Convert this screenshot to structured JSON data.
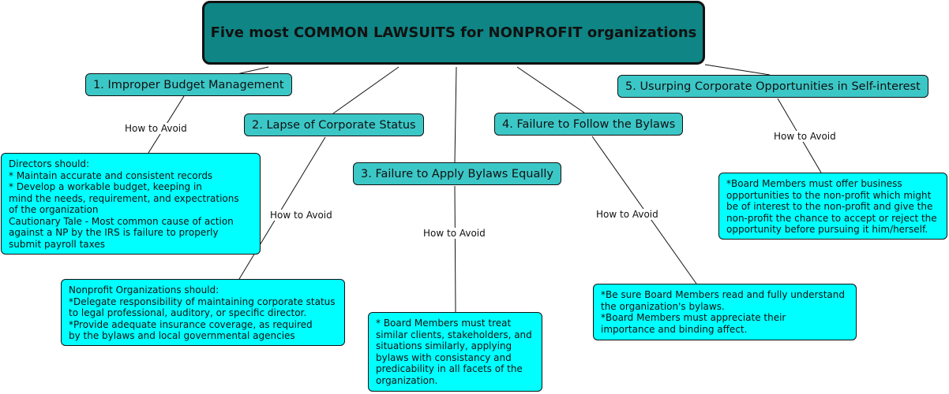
{
  "title": "Five most COMMON LAWSUITS for NONPROFIT organizations",
  "topics": [
    {
      "label": "1. Improper Budget Management",
      "link_label": "How to Avoid",
      "detail": "Directors should:\n* Maintain accurate and consistent records\n* Develop a workable budget, keeping in\nmind the needs, requirement, and expectrations\nof the organization\nCautionary Tale - Most common cause of action\nagainst a NP by the IRS is failure to properly\nsubmit payroll taxes"
    },
    {
      "label": "2. Lapse of Corporate Status",
      "link_label": "How to Avoid",
      "detail": "Nonprofit Organizations should:\n*Delegate responsibility of maintaining corporate status\nto legal professional, auditory, or specific director.\n*Provide adequate insurance coverage, as required\nby the bylaws and local governmental agencies"
    },
    {
      "label": "3. Failure to Apply Bylaws Equally",
      "link_label": "How to Avoid",
      "detail": "* Board Members must treat\nsimilar clients, stakeholders, and\nsituations similarly, applying\nbylaws with consistancy and\npredicability in all facets of the\norganization."
    },
    {
      "label": "4. Failure to Follow the Bylaws",
      "link_label": "How to Avoid",
      "detail": "*Be sure Board Members read and fully understand\nthe organization's bylaws.\n*Board Members must appreciate their\nimportance and binding affect."
    },
    {
      "label": "5. Usurping Corporate Opportunities in Self-interest",
      "link_label": "How to Avoid",
      "detail": "*Board Members must offer business\nopportunities to the non-profit which might\nbe of interest to the non-profit and give the\nnon-profit the chance to accept or reject the\nopportunity before pursuing it him/herself."
    }
  ],
  "colors": {
    "title_fill": "#0f8585",
    "topic_fill": "#3cc7c7",
    "detail_fill": "#00ffff",
    "border": "#111111"
  }
}
